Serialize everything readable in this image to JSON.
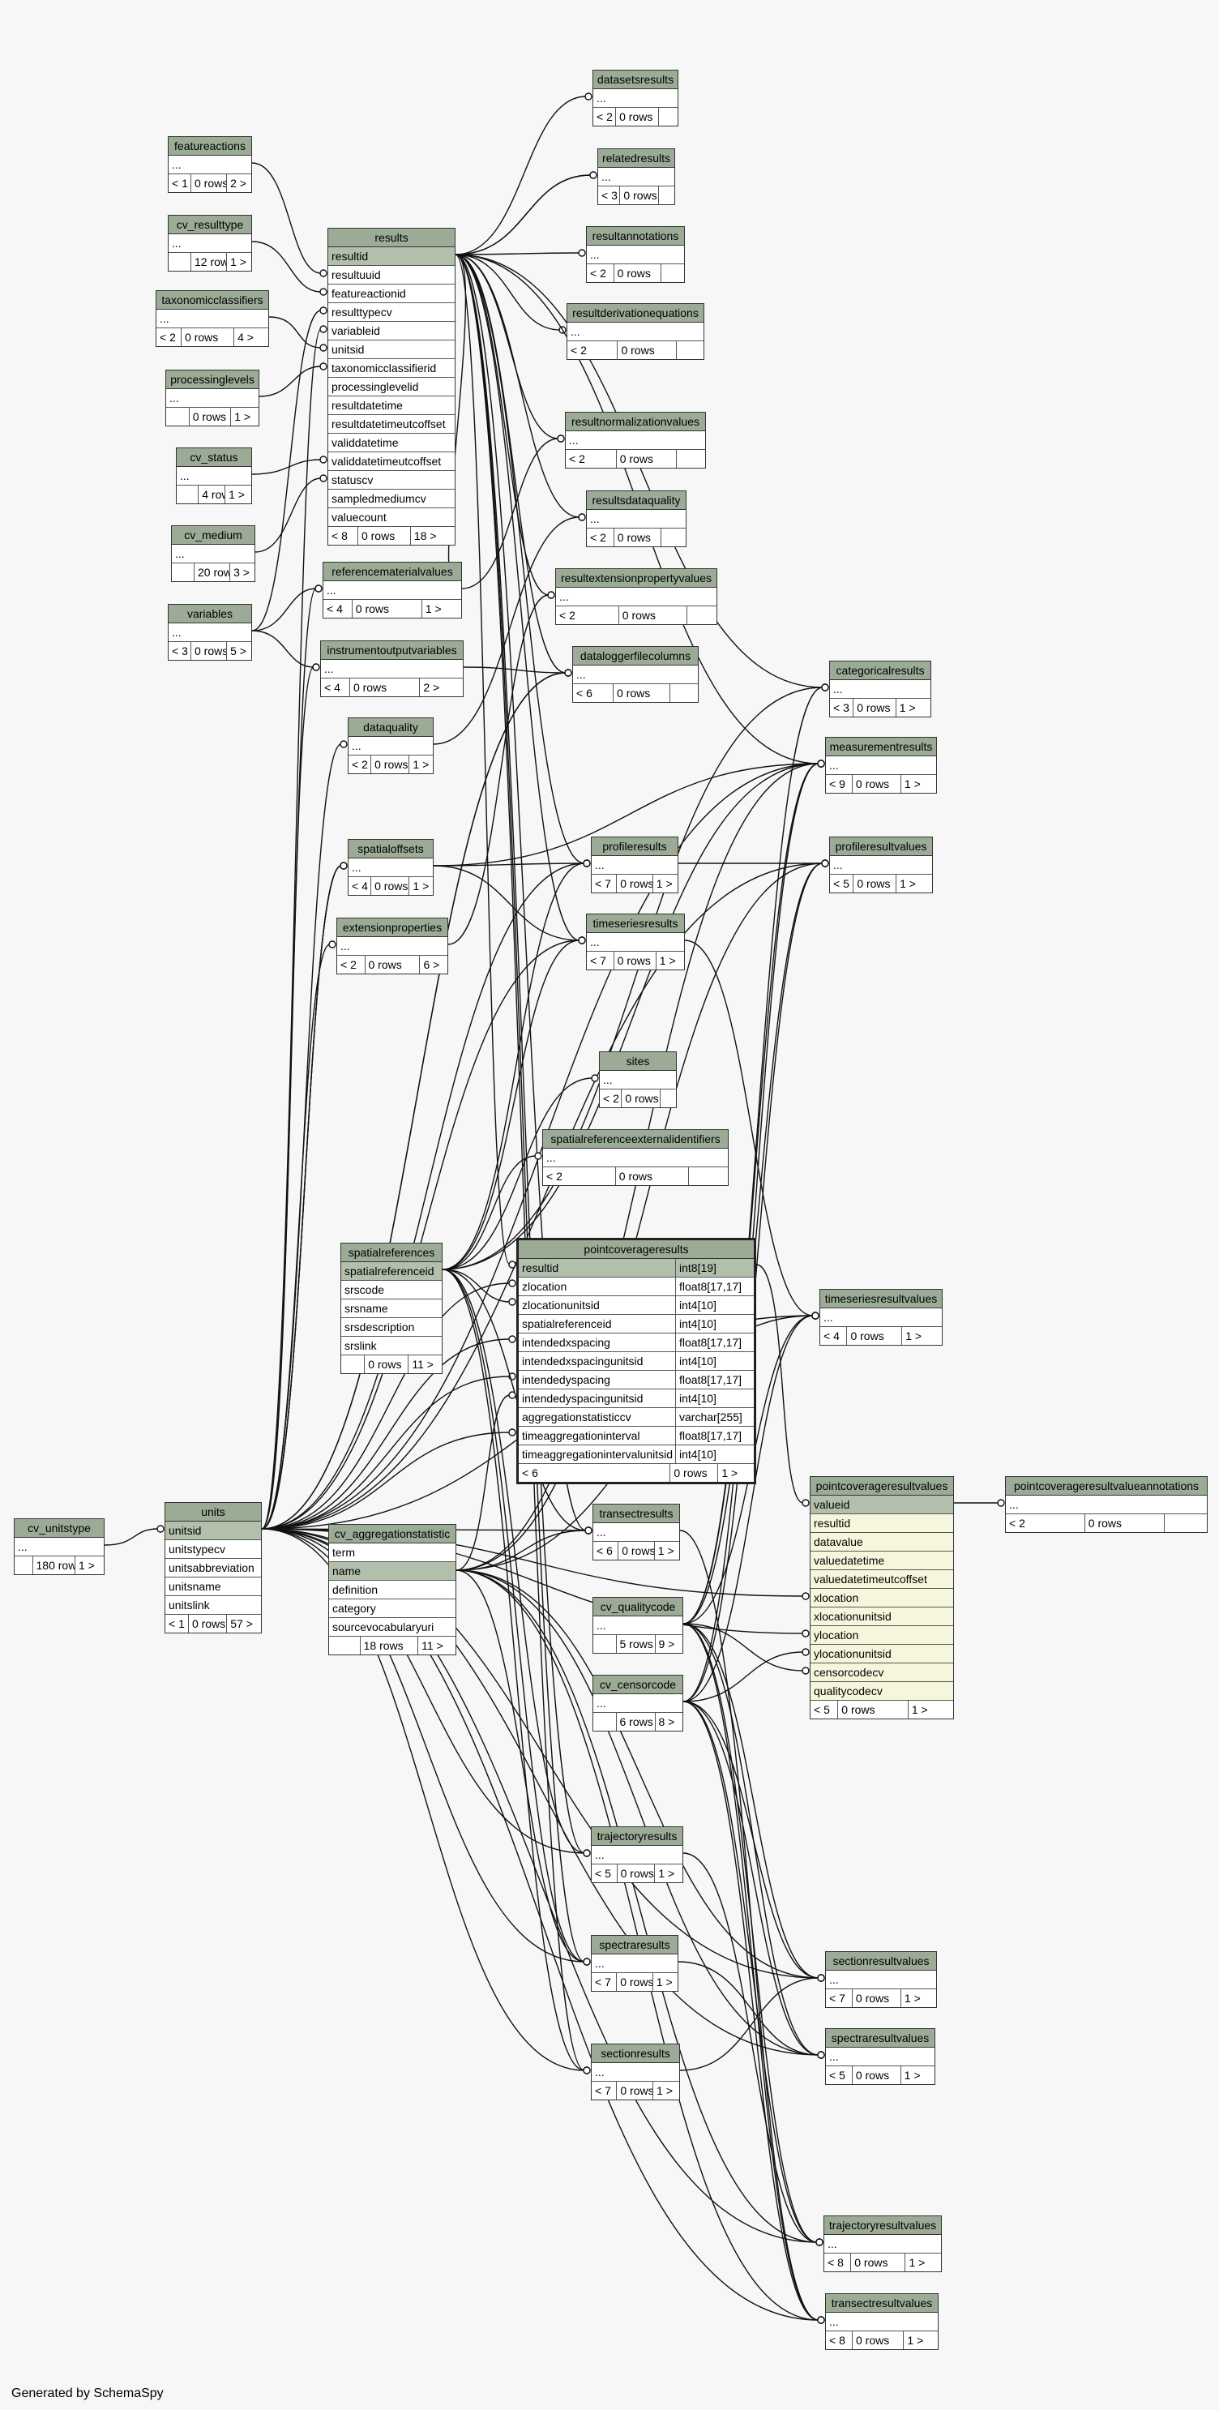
{
  "footer": "Generated by SchemaSpy",
  "tables": [
    {
      "id": "featureactions",
      "title": "featureactions",
      "cols": [
        "..."
      ],
      "footer": [
        "< 1",
        "0 rows",
        "2 >"
      ]
    },
    {
      "id": "cv_resulttype",
      "title": "cv_resulttype",
      "cols": [
        "..."
      ],
      "footer": [
        "",
        "12 rows",
        "1 >"
      ]
    },
    {
      "id": "taxonomicclassifiers",
      "title": "taxonomicclassifiers",
      "cols": [
        "..."
      ],
      "footer": [
        "< 2",
        "0 rows",
        "4 >"
      ]
    },
    {
      "id": "processinglevels",
      "title": "processinglevels",
      "cols": [
        "..."
      ],
      "footer": [
        "",
        "0 rows",
        "1 >"
      ]
    },
    {
      "id": "cv_status",
      "title": "cv_status",
      "cols": [
        "..."
      ],
      "footer": [
        "",
        "4 rows",
        "1 >"
      ]
    },
    {
      "id": "cv_medium",
      "title": "cv_medium",
      "cols": [
        "..."
      ],
      "footer": [
        "",
        "20 rows",
        "3 >"
      ]
    },
    {
      "id": "variables",
      "title": "variables",
      "cols": [
        "..."
      ],
      "footer": [
        "< 3",
        "0 rows",
        "5 >"
      ]
    },
    {
      "id": "results",
      "title": "results",
      "cols": [
        "resultid",
        "resultuuid",
        "featureactionid",
        "resulttypecv",
        "variableid",
        "unitsid",
        "taxonomicclassifierid",
        "processinglevelid",
        "resultdatetime",
        "resultdatetimeutcoffset",
        "validdatetime",
        "validdatetimeutcoffset",
        "statuscv",
        "sampledmediumcv",
        "valuecount"
      ],
      "pk": [
        0
      ],
      "footer": [
        "< 8",
        "0 rows",
        "18 >"
      ]
    },
    {
      "id": "referencematerialvalues",
      "title": "referencematerialvalues",
      "cols": [
        "..."
      ],
      "footer": [
        "< 4",
        "0 rows",
        "1 >"
      ]
    },
    {
      "id": "instrumentoutputvariables",
      "title": "instrumentoutputvariables",
      "cols": [
        "..."
      ],
      "footer": [
        "< 4",
        "0 rows",
        "2 >"
      ]
    },
    {
      "id": "dataquality",
      "title": "dataquality",
      "cols": [
        "..."
      ],
      "footer": [
        "< 2",
        "0 rows",
        "1 >"
      ]
    },
    {
      "id": "spatialoffsets",
      "title": "spatialoffsets",
      "cols": [
        "..."
      ],
      "footer": [
        "< 4",
        "0 rows",
        "1 >"
      ]
    },
    {
      "id": "extensionproperties",
      "title": "extensionproperties",
      "cols": [
        "..."
      ],
      "footer": [
        "< 2",
        "0 rows",
        "6 >"
      ]
    },
    {
      "id": "datasetsresults",
      "title": "datasetsresults",
      "cols": [
        "..."
      ],
      "footer": [
        "< 2",
        "0 rows",
        ""
      ]
    },
    {
      "id": "relatedresults",
      "title": "relatedresults",
      "cols": [
        "..."
      ],
      "footer": [
        "< 3",
        "0 rows",
        ""
      ]
    },
    {
      "id": "resultannotations",
      "title": "resultannotations",
      "cols": [
        "..."
      ],
      "footer": [
        "< 2",
        "0 rows",
        ""
      ]
    },
    {
      "id": "resultderivationequations",
      "title": "resultderivationequations",
      "cols": [
        "..."
      ],
      "footer": [
        "< 2",
        "0 rows",
        ""
      ]
    },
    {
      "id": "resultnormalizationvalues",
      "title": "resultnormalizationvalues",
      "cols": [
        "..."
      ],
      "footer": [
        "< 2",
        "0 rows",
        ""
      ]
    },
    {
      "id": "resultsdataquality",
      "title": "resultsdataquality",
      "cols": [
        "..."
      ],
      "footer": [
        "< 2",
        "0 rows",
        ""
      ]
    },
    {
      "id": "resultextensionpropertyvalues",
      "title": "resultextensionpropertyvalues",
      "cols": [
        "..."
      ],
      "footer": [
        "< 2",
        "0 rows",
        ""
      ]
    },
    {
      "id": "dataloggerfilecolumns",
      "title": "dataloggerfilecolumns",
      "cols": [
        "..."
      ],
      "footer": [
        "< 6",
        "0 rows",
        ""
      ]
    },
    {
      "id": "categoricalresults",
      "title": "categoricalresults",
      "cols": [
        "..."
      ],
      "footer": [
        "< 3",
        "0 rows",
        "1 >"
      ]
    },
    {
      "id": "measurementresults",
      "title": "measurementresults",
      "cols": [
        "..."
      ],
      "footer": [
        "< 9",
        "0 rows",
        "1 >"
      ]
    },
    {
      "id": "profileresults",
      "title": "profileresults",
      "cols": [
        "..."
      ],
      "footer": [
        "< 7",
        "0 rows",
        "1 >"
      ]
    },
    {
      "id": "profileresultvalues",
      "title": "profileresultvalues",
      "cols": [
        "..."
      ],
      "footer": [
        "< 5",
        "0 rows",
        "1 >"
      ]
    },
    {
      "id": "timeseriesresults",
      "title": "timeseriesresults",
      "cols": [
        "..."
      ],
      "footer": [
        "< 7",
        "0 rows",
        "1 >"
      ]
    },
    {
      "id": "sites",
      "title": "sites",
      "cols": [
        "..."
      ],
      "footer": [
        "< 2",
        "0 rows",
        ""
      ]
    },
    {
      "id": "spatialreferenceexternalidentifiers",
      "title": "spatialreferenceexternalidentifiers",
      "cols": [
        "..."
      ],
      "footer": [
        "< 2",
        "0 rows",
        ""
      ]
    },
    {
      "id": "spatialreferences",
      "title": "spatialreferences",
      "cols": [
        "spatialreferenceid",
        "srscode",
        "srsname",
        "srsdescription",
        "srslink"
      ],
      "pk": [
        0
      ],
      "footer": [
        "",
        "0 rows",
        "11 >"
      ]
    },
    {
      "id": "pointcoverageresults",
      "title": "pointcoverageresults",
      "cols": [
        "resultid",
        "zlocation",
        "zlocationunitsid",
        "spatialreferenceid",
        "intendedxspacing",
        "intendedxspacingunitsid",
        "intendedyspacing",
        "intendedyspacingunitsid",
        "aggregationstatisticcv",
        "timeaggregationinterval",
        "timeaggregationintervalunitsid"
      ],
      "types": [
        "int8[19]",
        "float8[17,17]",
        "int4[10]",
        "int4[10]",
        "float8[17,17]",
        "int4[10]",
        "float8[17,17]",
        "int4[10]",
        "varchar[255]",
        "float8[17,17]",
        "int4[10]"
      ],
      "pk": [
        0
      ],
      "footer": [
        "< 6",
        "0 rows",
        "1 >"
      ]
    },
    {
      "id": "timeseriesresultvalues",
      "title": "timeseriesresultvalues",
      "cols": [
        "..."
      ],
      "footer": [
        "< 4",
        "0 rows",
        "1 >"
      ]
    },
    {
      "id": "cv_unitstype",
      "title": "cv_unitstype",
      "cols": [
        "..."
      ],
      "footer": [
        "",
        "180 rows",
        "1 >"
      ]
    },
    {
      "id": "units",
      "title": "units",
      "cols": [
        "unitsid",
        "unitstypecv",
        "unitsabbreviation",
        "unitsname",
        "unitslink"
      ],
      "pk": [
        0
      ],
      "footer": [
        "< 1",
        "0 rows",
        "57 >"
      ]
    },
    {
      "id": "cv_aggregationstatistic",
      "title": "cv_aggregationstatistic",
      "cols": [
        "term",
        "name",
        "definition",
        "category",
        "sourcevocabularyuri"
      ],
      "pk": [
        1
      ],
      "footer": [
        "",
        "18 rows",
        "11 >"
      ]
    },
    {
      "id": "transectresults",
      "title": "transectresults",
      "cols": [
        "..."
      ],
      "footer": [
        "< 6",
        "0 rows",
        "1 >"
      ]
    },
    {
      "id": "pointcoverageresultvalues",
      "title": "pointcoverageresultvalues",
      "cols": [
        "valueid",
        "resultid",
        "datavalue",
        "valuedatetime",
        "valuedatetimeutcoffset",
        "xlocation",
        "xlocationunitsid",
        "ylocation",
        "ylocationunitsid",
        "censorcodecv",
        "qualitycodecv"
      ],
      "pk": [
        0
      ],
      "footer": [
        "< 5",
        "0 rows",
        "1 >"
      ]
    },
    {
      "id": "pointcoverageresultvalueannotations",
      "title": "pointcoverageresultvalueannotations",
      "cols": [
        "..."
      ],
      "footer": [
        "< 2",
        "0 rows",
        ""
      ]
    },
    {
      "id": "cv_qualitycode",
      "title": "cv_qualitycode",
      "cols": [
        "..."
      ],
      "footer": [
        "",
        "5 rows",
        "9 >"
      ]
    },
    {
      "id": "cv_censorcode",
      "title": "cv_censorcode",
      "cols": [
        "..."
      ],
      "footer": [
        "",
        "6 rows",
        "8 >"
      ]
    },
    {
      "id": "trajectoryresults",
      "title": "trajectoryresults",
      "cols": [
        "..."
      ],
      "footer": [
        "< 5",
        "0 rows",
        "1 >"
      ]
    },
    {
      "id": "spectraresults",
      "title": "spectraresults",
      "cols": [
        "..."
      ],
      "footer": [
        "< 7",
        "0 rows",
        "1 >"
      ]
    },
    {
      "id": "sectionresults",
      "title": "sectionresults",
      "cols": [
        "..."
      ],
      "footer": [
        "< 7",
        "0 rows",
        "1 >"
      ]
    },
    {
      "id": "sectionresultvalues",
      "title": "sectionresultvalues",
      "cols": [
        "..."
      ],
      "footer": [
        "< 7",
        "0 rows",
        "1 >"
      ]
    },
    {
      "id": "spectraresultvalues",
      "title": "spectraresultvalues",
      "cols": [
        "..."
      ],
      "footer": [
        "< 5",
        "0 rows",
        "1 >"
      ]
    },
    {
      "id": "trajectoryresultvalues",
      "title": "trajectoryresultvalues",
      "cols": [
        "..."
      ],
      "footer": [
        "< 8",
        "0 rows",
        "1 >"
      ]
    },
    {
      "id": "transectresultvalues",
      "title": "transectresultvalues",
      "cols": [
        "..."
      ],
      "footer": [
        "< 8",
        "0 rows",
        "1 >"
      ]
    }
  ],
  "relations": [
    [
      "featureactions",
      "results",
      2
    ],
    [
      "cv_resulttype",
      "results",
      3
    ],
    [
      "variables",
      "results",
      4
    ],
    [
      "units",
      "results",
      5
    ],
    [
      "taxonomicclassifiers",
      "results",
      6
    ],
    [
      "processinglevels",
      "results",
      7
    ],
    [
      "cv_status",
      "results",
      12
    ],
    [
      "cv_medium",
      "results",
      13
    ],
    [
      "results",
      "datasetsresults",
      1
    ],
    [
      "results",
      "relatedresults",
      1
    ],
    [
      "results",
      "relatedresults",
      1
    ],
    [
      "results",
      "resultannotations",
      1
    ],
    [
      "results",
      "resultderivationequations",
      1
    ],
    [
      "results",
      "resultnormalizationvalues",
      1
    ],
    [
      "results",
      "resultsdataquality",
      1
    ],
    [
      "results",
      "resultextensionpropertyvalues",
      1
    ],
    [
      "results",
      "categoricalresults",
      1
    ],
    [
      "results",
      "measurementresults",
      1
    ],
    [
      "results",
      "profileresults",
      1
    ],
    [
      "results",
      "timeseriesresults",
      1
    ],
    [
      "results",
      "pointcoverageresults",
      1
    ],
    [
      "results",
      "transectresults",
      1
    ],
    [
      "results",
      "trajectoryresults",
      1
    ],
    [
      "results",
      "spectraresults",
      1
    ],
    [
      "results",
      "sectionresults",
      1
    ],
    [
      "results",
      "referencematerialvalues",
      1
    ],
    [
      "results",
      "dataloggerfilecolumns",
      1
    ],
    [
      "variables",
      "referencematerialvalues",
      1
    ],
    [
      "variables",
      "instrumentoutputvariables",
      1
    ],
    [
      "units",
      "referencematerialvalues",
      1
    ],
    [
      "units",
      "instrumentoutputvariables",
      1
    ],
    [
      "units",
      "dataquality",
      1
    ],
    [
      "units",
      "spatialoffsets",
      1
    ],
    [
      "units",
      "spatialoffsets",
      1
    ],
    [
      "units",
      "spatialoffsets",
      1
    ],
    [
      "units",
      "extensionproperties",
      1
    ],
    [
      "units",
      "dataloggerfilecolumns",
      1
    ],
    [
      "units",
      "dataloggerfilecolumns",
      1
    ],
    [
      "instrumentoutputvariables",
      "dataloggerfilecolumns",
      1
    ],
    [
      "referencematerialvalues",
      "resultnormalizationvalues",
      1
    ],
    [
      "extensionproperties",
      "resultextensionpropertyvalues",
      1
    ],
    [
      "dataquality",
      "resultsdataquality",
      1
    ],
    [
      "units",
      "measurementresults",
      1
    ],
    [
      "units",
      "profileresults",
      1
    ],
    [
      "units",
      "timeseriesresults",
      1
    ],
    [
      "units",
      "transectresults",
      1
    ],
    [
      "units",
      "trajectoryresults",
      1
    ],
    [
      "units",
      "spectraresults",
      1
    ],
    [
      "units",
      "sectionresults",
      1
    ],
    [
      "units",
      "profileresultvalues",
      1
    ],
    [
      "units",
      "sectionresultvalues",
      1
    ],
    [
      "units",
      "spectraresultvalues",
      1
    ],
    [
      "units",
      "trajectoryresultvalues",
      1
    ],
    [
      "units",
      "transectresultvalues",
      1
    ],
    [
      "units",
      "pointcoverageresults",
      2
    ],
    [
      "units",
      "pointcoverageresults",
      5
    ],
    [
      "units",
      "pointcoverageresults",
      7
    ],
    [
      "units",
      "pointcoverageresults",
      10
    ],
    [
      "units",
      "pointcoverageresultvalues",
      6
    ],
    [
      "units",
      "pointcoverageresultvalues",
      8
    ],
    [
      "units",
      "timeseriesresultvalues",
      1
    ],
    [
      "cv_unitstype",
      "units",
      1
    ],
    [
      "spatialreferences",
      "pointcoverageresults",
      3
    ],
    [
      "spatialreferences",
      "spatialreferenceexternalidentifiers",
      1
    ],
    [
      "spatialreferences",
      "sites",
      1
    ],
    [
      "spatialreferences",
      "profileresults",
      1
    ],
    [
      "spatialreferences",
      "timeseriesresults",
      1
    ],
    [
      "spatialreferences",
      "measurementresults",
      1
    ],
    [
      "spatialreferences",
      "categoricalresults",
      1
    ],
    [
      "spatialreferences",
      "transectresults",
      1
    ],
    [
      "spatialreferences",
      "trajectoryresults",
      1
    ],
    [
      "spatialreferences",
      "spectraresults",
      1
    ],
    [
      "spatialreferences",
      "sectionresults",
      1
    ],
    [
      "spatialoffsets",
      "measurementresults",
      1
    ],
    [
      "spatialoffsets",
      "profileresults",
      1
    ],
    [
      "spatialoffsets",
      "timeseriesresults",
      1
    ],
    [
      "cv_aggregationstatistic",
      "pointcoverageresults",
      8
    ],
    [
      "cv_aggregationstatistic",
      "measurementresults",
      1
    ],
    [
      "cv_aggregationstatistic",
      "profileresultvalues",
      1
    ],
    [
      "cv_aggregationstatistic",
      "timeseriesresultvalues",
      1
    ],
    [
      "cv_aggregationstatistic",
      "sectionresultvalues",
      1
    ],
    [
      "cv_aggregationstatistic",
      "spectraresultvalues",
      1
    ],
    [
      "cv_aggregationstatistic",
      "trajectoryresultvalues",
      1
    ],
    [
      "cv_aggregationstatistic",
      "transectresultvalues",
      1
    ],
    [
      "cv_aggregationstatistic",
      "transectresults",
      1
    ],
    [
      "cv_aggregationstatistic",
      "spectraresults",
      1
    ],
    [
      "pointcoverageresults",
      "pointcoverageresultvalues",
      1
    ],
    [
      "pointcoverageresultvalues",
      "pointcoverageresultvalueannotations",
      1
    ],
    [
      "cv_qualitycode",
      "pointcoverageresultvalues",
      10
    ],
    [
      "cv_censorcode",
      "pointcoverageresultvalues",
      9
    ],
    [
      "cv_qualitycode",
      "measurementresults",
      1
    ],
    [
      "cv_qualitycode",
      "categoricalresults",
      1
    ],
    [
      "cv_qualitycode",
      "timeseriesresultvalues",
      1
    ],
    [
      "cv_qualitycode",
      "profileresultvalues",
      1
    ],
    [
      "cv_qualitycode",
      "sectionresultvalues",
      1
    ],
    [
      "cv_qualitycode",
      "spectraresultvalues",
      1
    ],
    [
      "cv_qualitycode",
      "trajectoryresultvalues",
      1
    ],
    [
      "cv_qualitycode",
      "transectresultvalues",
      1
    ],
    [
      "cv_censorcode",
      "measurementresults",
      1
    ],
    [
      "cv_censorcode",
      "timeseriesresultvalues",
      1
    ],
    [
      "cv_censorcode",
      "profileresultvalues",
      1
    ],
    [
      "cv_censorcode",
      "sectionresultvalues",
      1
    ],
    [
      "cv_censorcode",
      "spectraresultvalues",
      1
    ],
    [
      "cv_censorcode",
      "trajectoryresultvalues",
      1
    ],
    [
      "cv_censorcode",
      "transectresultvalues",
      1
    ],
    [
      "profileresults",
      "profileresultvalues",
      1
    ],
    [
      "timeseriesresults",
      "timeseriesresultvalues",
      1
    ],
    [
      "transectresults",
      "transectresultvalues",
      1
    ],
    [
      "trajectoryresults",
      "trajectoryresultvalues",
      1
    ],
    [
      "spectraresults",
      "spectraresultvalues",
      1
    ],
    [
      "sectionresults",
      "sectionresultvalues",
      1
    ]
  ]
}
